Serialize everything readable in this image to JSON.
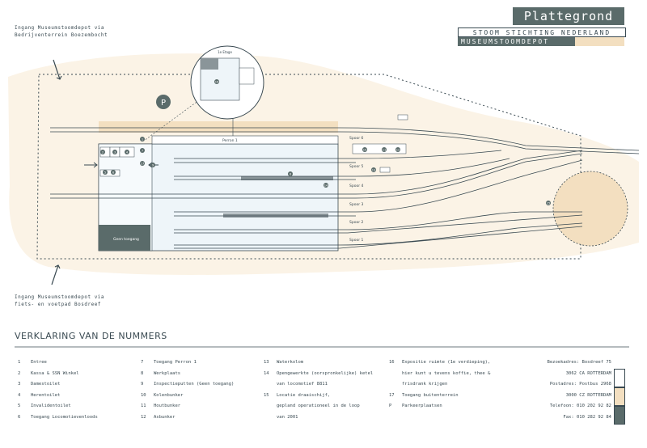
{
  "header": {
    "title": "Plattegrond",
    "org": "STOOM STICHTING NEDERLAND",
    "depot": "MUSEUMSTOOMDEPOT"
  },
  "entrances": {
    "top": [
      "Ingang Museumstoomdepot via",
      "Bedrijventerrein Boezembocht"
    ],
    "bottom": [
      "Ingang Museumstoomdepot via",
      "fiets- en voetpad Bosdreef"
    ]
  },
  "map": {
    "inset_label": "1e Etage",
    "perron": "Perron 1",
    "tracks": [
      "Spoor 6",
      "Spoor 5",
      "Spoor 4",
      "Spoor 3",
      "Spoor 2",
      "Spoor 1"
    ],
    "geen_toegang": "Geen toegang",
    "parking_symbol": "P",
    "markers": [
      "1",
      "2",
      "3",
      "4",
      "5",
      "6",
      "7",
      "8",
      "9",
      "10",
      "11",
      "12",
      "13",
      "14",
      "15",
      "16",
      "17"
    ]
  },
  "legend": {
    "title": "VERKLARING VAN DE NUMMERS",
    "col1": [
      {
        "num": "1",
        "text": "Entree"
      },
      {
        "num": "2",
        "text": "Kassa & SSN Winkel"
      },
      {
        "num": "3",
        "text": "Damestoilet"
      },
      {
        "num": "4",
        "text": "Herentoilet"
      },
      {
        "num": "5",
        "text": "Invalidentoilet"
      },
      {
        "num": "6",
        "text": "Toegang Locomotievenloods"
      }
    ],
    "col2": [
      {
        "num": "7",
        "text": "Toegang Perron 1"
      },
      {
        "num": "8",
        "text": "Werkplaats"
      },
      {
        "num": "9",
        "text": "Inspectieputten (Geen toegang)"
      },
      {
        "num": "10",
        "text": "Kolenbunker"
      },
      {
        "num": "11",
        "text": "Houtbunker"
      },
      {
        "num": "12",
        "text": "Asbunker"
      }
    ],
    "col3": [
      {
        "num": "13",
        "text": "Waterkolom"
      },
      {
        "num": "14",
        "text": "Opengewerkte (oorspronkelijke) ketel"
      },
      {
        "num": "",
        "text": "van locomotief 8811"
      },
      {
        "num": "15",
        "text": "Locatie draaischijf,"
      },
      {
        "num": "",
        "text": "gepland operationeel in de loop"
      },
      {
        "num": "",
        "text": "van 2001"
      }
    ],
    "col4": [
      {
        "num": "16",
        "text": "Expositie ruimte (1e verdieping),"
      },
      {
        "num": "",
        "text": "hier kunt u tevens koffie, thee &"
      },
      {
        "num": "",
        "text": "frisdrank krijgen"
      },
      {
        "num": "17",
        "text": "Toegang buitenterrein"
      },
      {
        "num": "",
        "text": ""
      },
      {
        "num": "P",
        "text": "Parkeerplaatsen"
      }
    ]
  },
  "address": [
    "Bezoekadres: Bosdreef 75",
    "3062 CA ROTTERDAM",
    "Postadres: Postbus 2968",
    "3000 CZ ROTTERDAM",
    "Telefoon: 010 202 92 82",
    "Fax: 010 282 92 84"
  ],
  "colors": {
    "dark": "#5a6b6a",
    "ink": "#3a4a52",
    "sand": "#f3dfc0",
    "light_blue": "#eef5f9",
    "track": "#3a4a52"
  }
}
